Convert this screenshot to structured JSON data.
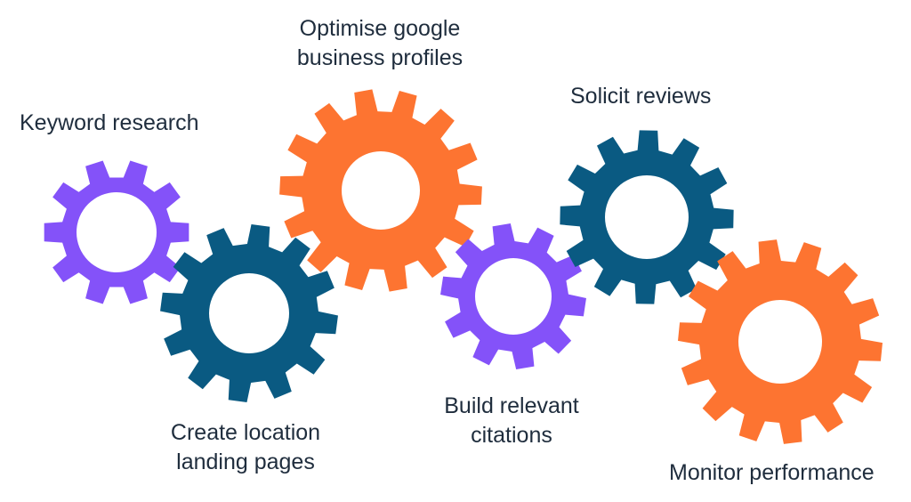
{
  "colors": {
    "purple": "#8452f9",
    "blue": "#0a5a82",
    "orange": "#fd7431",
    "text": "#1f2d3d",
    "hole": "#ffffff"
  },
  "steps": [
    {
      "label_lines": [
        "Keyword research"
      ],
      "gear_color": "purple"
    },
    {
      "label_lines": [
        "Create location",
        "landing pages"
      ],
      "gear_color": "blue"
    },
    {
      "label_lines": [
        "Optimise google",
        "business profiles"
      ],
      "gear_color": "orange"
    },
    {
      "label_lines": [
        "Build relevant",
        "citations"
      ],
      "gear_color": "purple"
    },
    {
      "label_lines": [
        "Solicit reviews"
      ],
      "gear_color": "blue"
    },
    {
      "label_lines": [
        "Monitor performance"
      ],
      "gear_color": "orange"
    }
  ]
}
